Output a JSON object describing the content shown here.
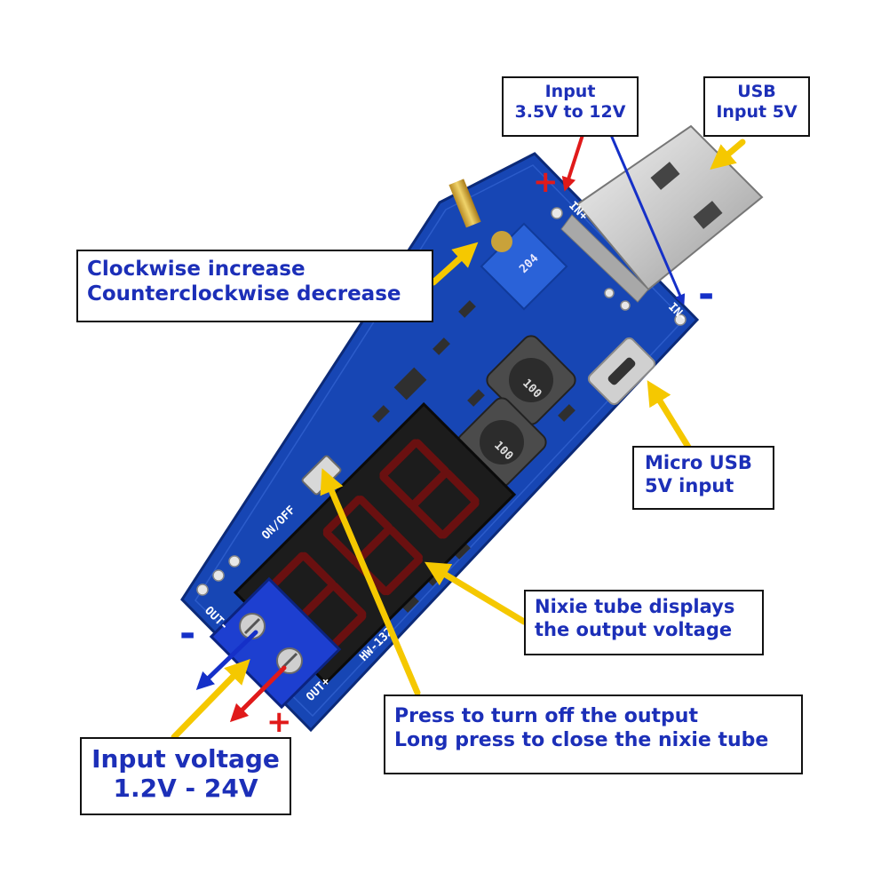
{
  "callouts": {
    "usb_input": {
      "line1": "USB",
      "line2": "Input 5V"
    },
    "input_range": {
      "line1": "Input",
      "line2": "3.5V to 12V"
    },
    "potentiometer": {
      "line1": "Clockwise increase",
      "line2": "Counterclockwise decrease"
    },
    "micro_usb": {
      "line1": "Micro USB",
      "line2": "5V input"
    },
    "nixie_display": {
      "line1": "Nixie tube displays",
      "line2": "the output voltage"
    },
    "button": {
      "line1": "Press to turn off the output",
      "line2": "Long press to close the nixie tube"
    },
    "input_voltage": {
      "line1": "Input voltage",
      "line2": "1.2V - 24V"
    }
  },
  "signs": {
    "top_plus": "+",
    "top_minus": "-",
    "bottom_minus": "-",
    "bottom_plus": "+"
  },
  "board_labels": {
    "model": "HW-132",
    "switch": "ON/OFF",
    "out_minus": "OUT-",
    "out_plus": "OUT+",
    "in_plus": "IN+",
    "in_minus": "IN-",
    "inductor_1": "100",
    "inductor_2": "100",
    "pot": "204"
  },
  "colors": {
    "text": "#1c2fb8",
    "pcb": "#1746b4",
    "arrow_yellow": "#f5c800",
    "arrow_red": "#e01a1a",
    "arrow_blue": "#1530c8",
    "plus_red": "#e01a1a",
    "minus_blue": "#1530c8"
  }
}
